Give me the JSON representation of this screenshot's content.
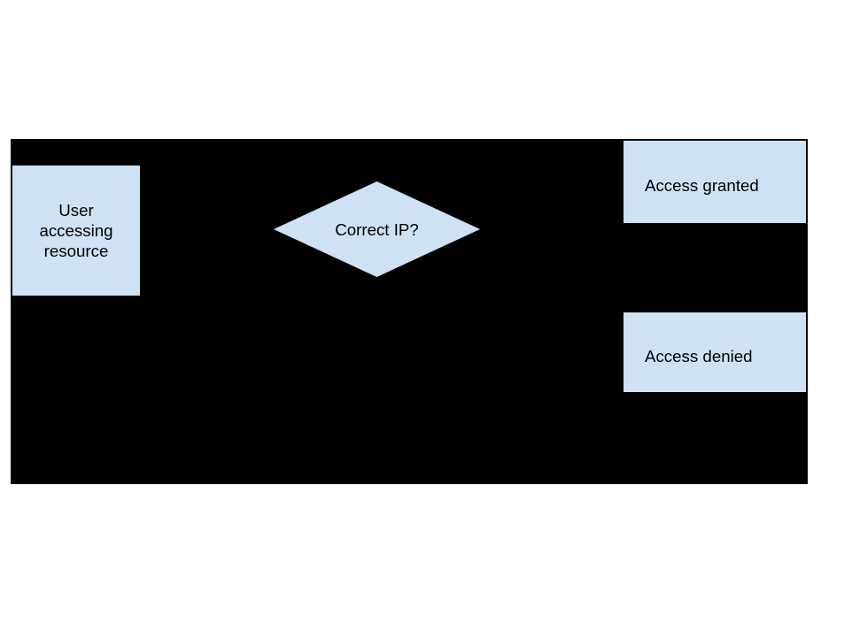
{
  "colors": {
    "page_bg": "#ffffff",
    "panel_bg": "#000000",
    "node_fill": "#cfe2f3",
    "node_border": "#000000",
    "node_text": "#000000"
  },
  "nodes": {
    "start": {
      "label": "User accessing resource"
    },
    "decision": {
      "label": "Correct IP?"
    },
    "granted": {
      "label": "Access granted"
    },
    "denied": {
      "label": "Access denied"
    }
  }
}
